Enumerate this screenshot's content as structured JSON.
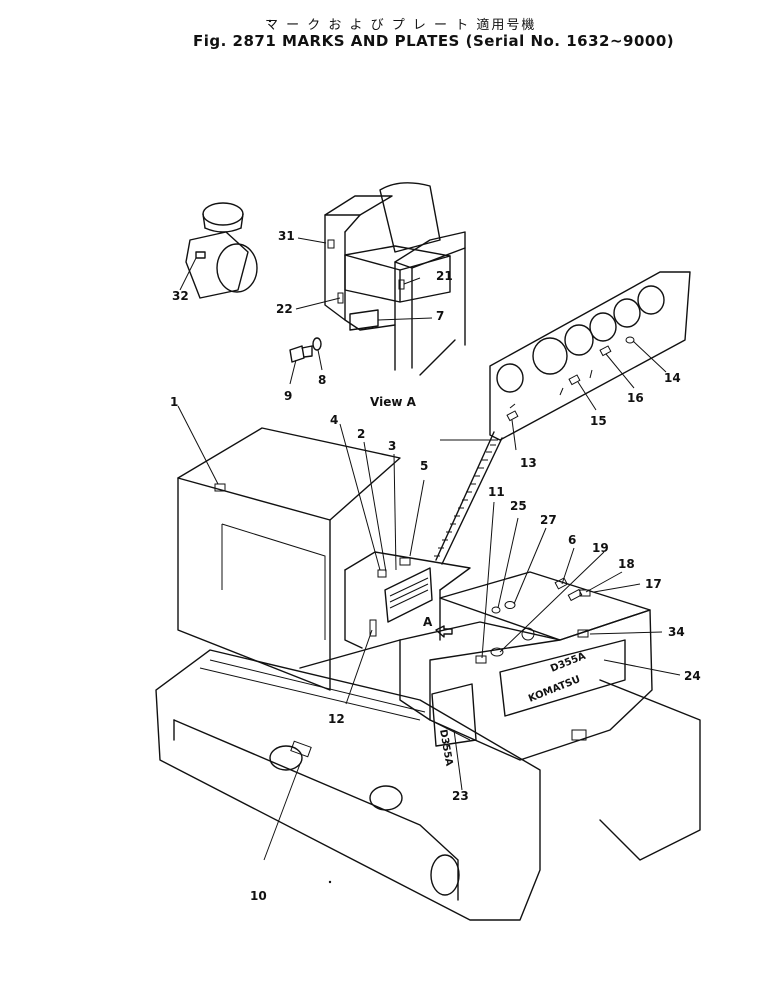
{
  "title": {
    "japanese": "マ ー ク  お よ び プ レ ー ト   適用号機",
    "english": "Fig. 2871  MARKS  AND  PLATES  (Serial  No.  1632~9000)"
  },
  "view_label": "View  A",
  "arrow_label": "A",
  "decal_text": {
    "model": "D355A",
    "brand": "KOMATSU"
  },
  "callouts": [
    "1",
    "2",
    "3",
    "4",
    "5",
    "6",
    "7",
    "8",
    "9",
    "10",
    "11",
    "12",
    "13",
    "14",
    "15",
    "16",
    "17",
    "18",
    "19",
    "21",
    "22",
    "23",
    "24",
    "25",
    "27",
    "31",
    "32",
    "34"
  ]
}
